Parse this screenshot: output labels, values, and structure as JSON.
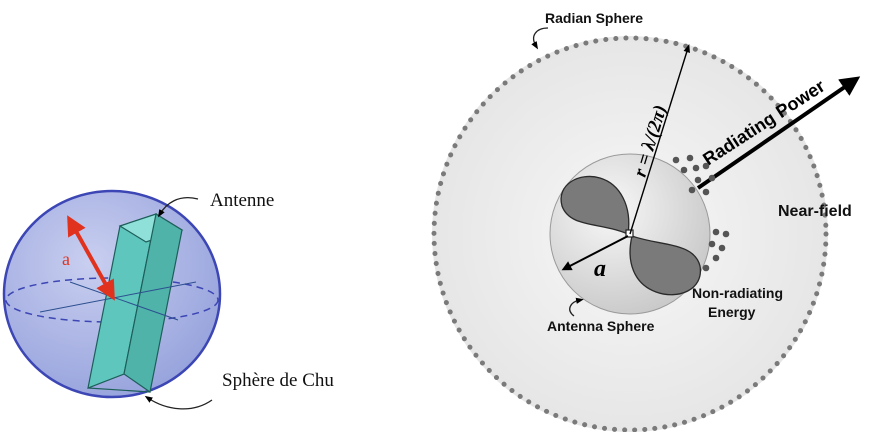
{
  "left_diagram": {
    "antenna_label": "Antenne",
    "radius_label": "a",
    "sphere_label": "Sphère de Chu"
  },
  "right_diagram": {
    "radian_sphere_label": "Radian Sphere",
    "radius_formula": "r = λ/(2π)",
    "radiating_power_label": "Radiating Power",
    "near_field_label": "Near-field",
    "radius_label": "a",
    "non_radiating_line1": "Non-radiating",
    "non_radiating_line2": "Energy",
    "antenna_sphere_label": "Antenna Sphere"
  },
  "colors": {
    "chu_sphere_fill": "#a9b3e3",
    "chu_sphere_edge": "#3c46b4",
    "antenna_fill": "#6fcfc6",
    "radius_arrow": "#e1321e",
    "near_field_fill": "#ececec",
    "antenna_sphere_fill": "#dedede",
    "lobe_fill": "#7a7a7a",
    "dots": "#555555"
  }
}
